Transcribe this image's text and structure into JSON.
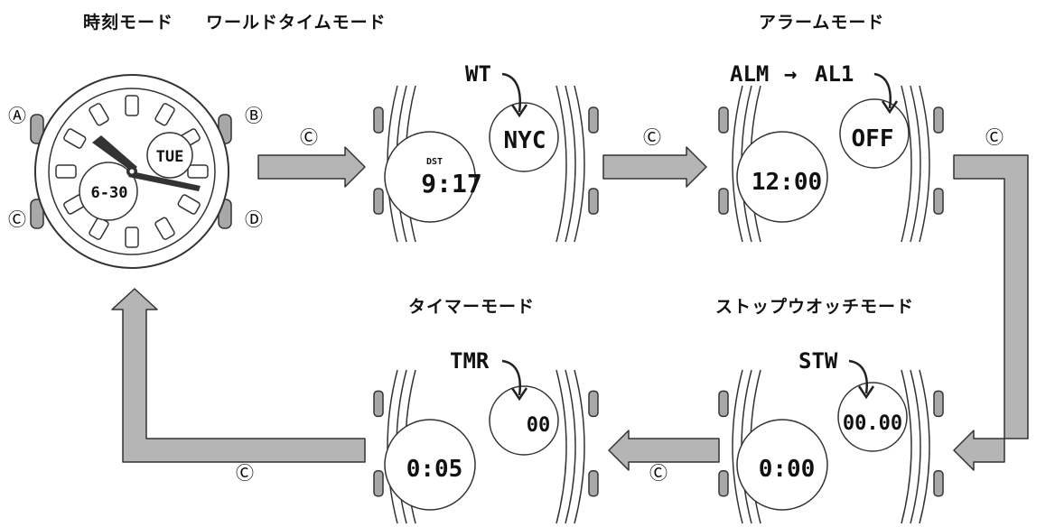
{
  "labels": {
    "time_mode": "時刻モード",
    "world_time_mode": "ワールドタイムモード",
    "alarm_mode": "アラームモード",
    "stopwatch_mode": "ストップウオッチモード",
    "timer_mode": "タイマーモード"
  },
  "button_symbol": "Ⓒ",
  "buttons": {
    "a": "Ⓐ",
    "b": "Ⓑ",
    "c": "Ⓒ",
    "d": "Ⓓ"
  },
  "watch": {
    "day": "TUE",
    "date": "6-30"
  },
  "world_time": {
    "code": "WT",
    "city": "NYC",
    "dst": "DST",
    "time": "9:17"
  },
  "alarm": {
    "code_from": "ALM",
    "arrow": "→",
    "code_to": "AL1",
    "status": "OFF",
    "time": "12:00"
  },
  "stopwatch": {
    "code": "STW",
    "sub": "00.00",
    "time": "0:00"
  },
  "timer": {
    "code": "TMR",
    "sub": "00",
    "time": "0:05"
  },
  "colors": {
    "arrow_fill": "#b5b5b5",
    "line": "#333333",
    "button_gray": "#a8a8a8"
  }
}
